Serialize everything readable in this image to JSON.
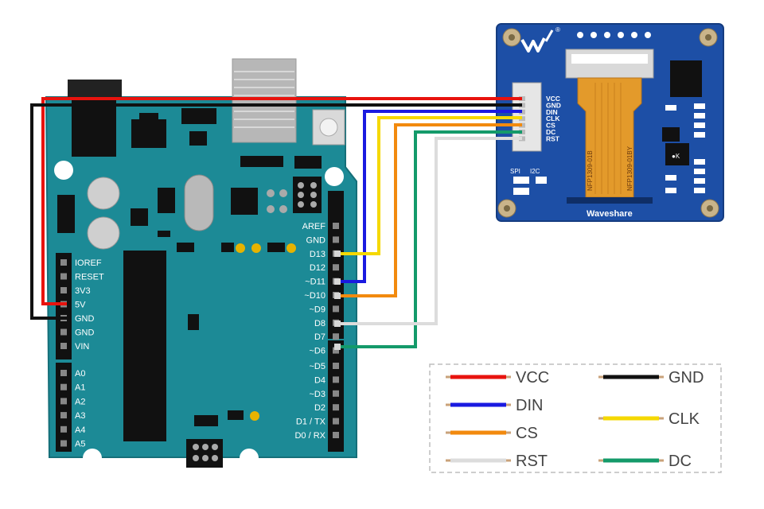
{
  "arduino": {
    "left_pins": [
      "IOREF",
      "RESET",
      "3V3",
      "5V",
      "GND",
      "GND",
      "VIN"
    ],
    "analog_pins": [
      "A0",
      "A1",
      "A2",
      "A3",
      "A4",
      "A5"
    ],
    "right_pins": [
      "AREF",
      "GND",
      "D13",
      "D12",
      "~D11",
      "~D10",
      "~D9",
      "D8",
      "D7",
      "~D6",
      "~D5",
      "D4",
      "~D3",
      "D2",
      "D1 / TX",
      "D0 / RX"
    ]
  },
  "oled": {
    "pins": [
      "VCC",
      "GND",
      "DIN",
      "CLK",
      "CS",
      "DC",
      "RST"
    ],
    "brand": "Waveshare",
    "interface_spi": "SPI",
    "interface_i2c": "I2C",
    "fpc_label_1": "NFP1309-01B",
    "fpc_label_2": "NFP1309-01BY",
    "registered_mark": "®"
  },
  "wire_colors": {
    "VCC": "#e8130e",
    "GND": "#111111",
    "DIN": "#1a1ae0",
    "CLK": "#f5d800",
    "CS": "#f28a0e",
    "DC": "#149a6a",
    "RST": "#dcdcdc"
  },
  "legend": [
    {
      "label": "VCC",
      "color": "#e8130e"
    },
    {
      "label": "GND",
      "color": "#111111"
    },
    {
      "label": "DIN",
      "color": "#1a1ae0"
    },
    {
      "label": "CLK",
      "color": "#f5d800"
    },
    {
      "label": "CS",
      "color": "#f28a0e"
    },
    {
      "label": "RST",
      "color": "#dcdcdc"
    },
    {
      "label": "DC",
      "color": "#149a6a"
    }
  ]
}
